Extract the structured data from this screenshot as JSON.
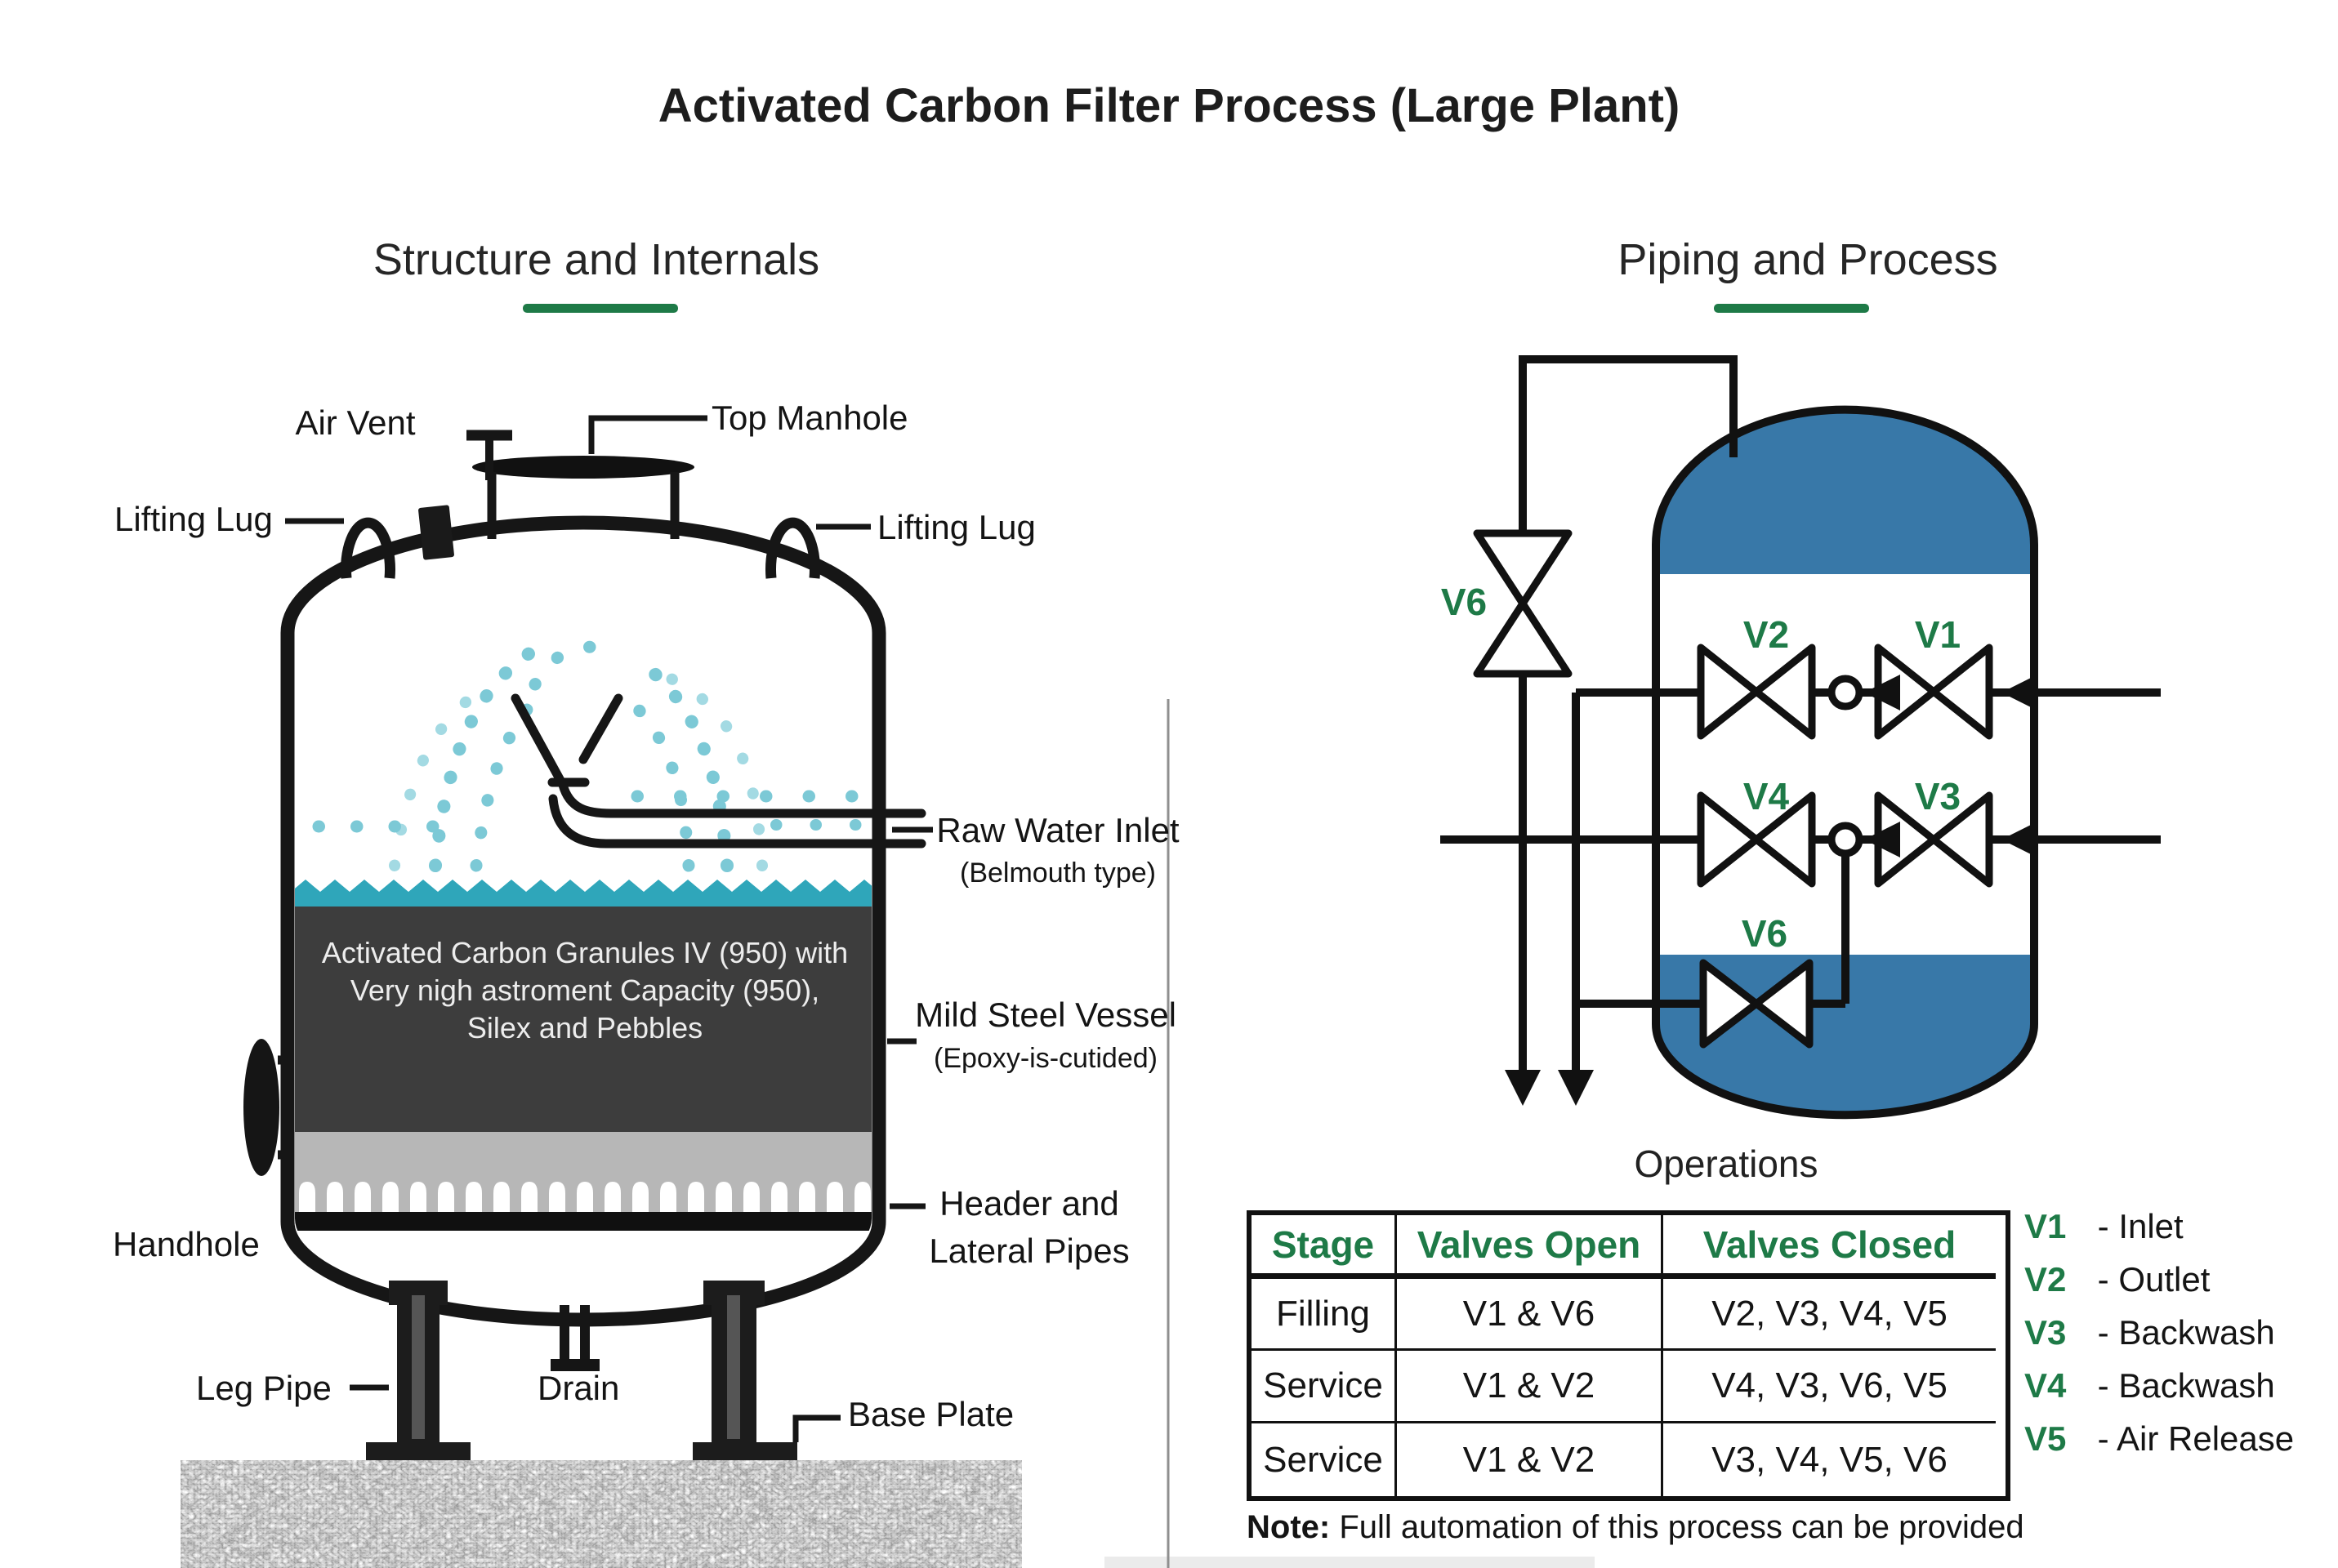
{
  "title": "Activated Carbon Filter Process (Large Plant)",
  "colors": {
    "accent_green": "#1e7a47",
    "vessel_blue": "#3878a8",
    "water_teal": "#2fa6ba"
  },
  "structure": {
    "heading": "Structure and Internals",
    "labels": {
      "air_vent": "Air Vent",
      "top_manhole": "Top Manhole",
      "lifting_lug": "Lifting Lug",
      "raw_water_inlet": "Raw Water Inlet",
      "raw_water_inlet_sub": "(Belmouth type)",
      "mild_steel_vessel": "Mild Steel Vessel",
      "mild_steel_vessel_sub": "(Epoxy-is-cutided)",
      "header_line1": "Header and",
      "header_line2": "Lateral Pipes",
      "handhole": "Handhole",
      "leg_pipe": "Leg Pipe",
      "drain": "Drain",
      "base_plate": "Base Plate"
    },
    "vessel_text": [
      "Activated Carbon Granules IV (950) with",
      "Very nigh astroment Capacity (950),",
      "Silex and Pebbles"
    ]
  },
  "piping": {
    "heading": "Piping and Process",
    "valves": {
      "v6_top": "V6",
      "v2": "V2",
      "v1": "V1",
      "v4": "V4",
      "v3": "V3",
      "v6_bottom": "V6"
    },
    "operations_title": "Operations",
    "table": {
      "headers": [
        "Stage",
        "Valves Open",
        "Valves Closed"
      ],
      "rows": [
        [
          "Filling",
          "V1 & V6",
          "V2, V3, V4, V5"
        ],
        [
          "Service",
          "V1 & V2",
          "V4, V3, V6, V5"
        ],
        [
          "Service",
          "V1 & V2",
          "V3, V4, V5, V6"
        ]
      ]
    },
    "legend": [
      {
        "code": "V1",
        "desc": "- Inlet"
      },
      {
        "code": "V2",
        "desc": "- Outlet"
      },
      {
        "code": "V3",
        "desc": "- Backwash"
      },
      {
        "code": "V4",
        "desc": "- Backwash"
      },
      {
        "code": "V5",
        "desc": "- Air Release"
      }
    ],
    "note_label": "Note:",
    "note_text": " Full automation of this process can be provided"
  }
}
